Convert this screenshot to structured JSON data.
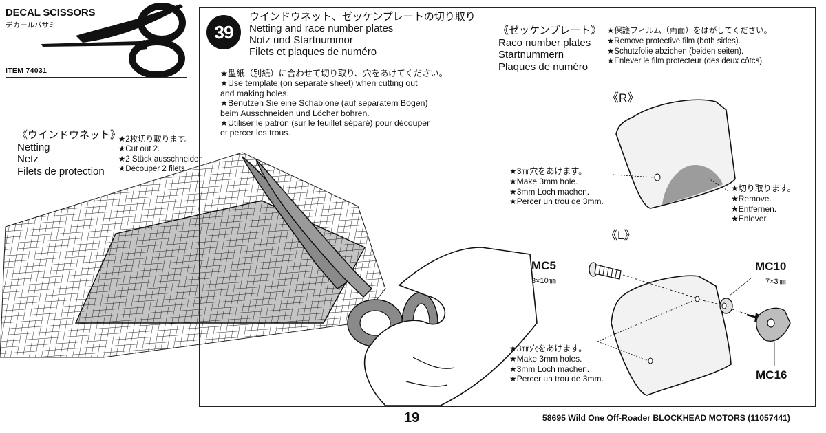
{
  "tool": {
    "title": "DECAL SCISSORS",
    "japanese": "デカールバサミ",
    "item": "ITEM 74031"
  },
  "step": {
    "number": "39",
    "titles": [
      "ウインドウネット、ゼッケンプレートの切り取り",
      "Netting and race number plates",
      "Notz und Startnummor",
      "Filets et plaques de numéro"
    ]
  },
  "template_notes": [
    "★型紙（別紙）に合わせて切り取り、穴をあけてください。",
    "★Use template (on separate sheet) when cutting out",
    "and making holes.",
    "★Benutzen Sie eine Schablone (auf separatem Bogen)",
    "beim Ausschneiden und Löcher bohren.",
    "★Utiliser le patron (sur le feuillet séparé) pour découper",
    "et percer les trous."
  ],
  "netting": {
    "label": [
      "《ウインドウネット》",
      "Netting",
      "Netz",
      "Filets de protection"
    ],
    "notes": [
      "★2枚切り取ります。",
      "★Cut out 2.",
      "★2 Stück ausschneiden.",
      "★Découper 2 filets."
    ]
  },
  "plates": {
    "label": [
      "《ゼッケンプレート》",
      "Raco number plates",
      "Startnummern",
      "Plaques de numéro"
    ],
    "notes": [
      "★保護フィルム（両面）をはがしてください。",
      "★Remove protective film (both sides).",
      "★Schutzfolie abzichen (beiden seiten).",
      "★Enlever le film protecteur (des deux côtcs)."
    ]
  },
  "right_plate": {
    "label": "《R》",
    "hole_notes": [
      "★3㎜穴をあけます。",
      "★Make 3mm hole.",
      "★3mm Loch machen.",
      "★Percer un trou de 3mm."
    ],
    "remove_notes": [
      "★切り取ります。",
      "★Remove.",
      "★Entfernen.",
      "★Enlever."
    ]
  },
  "left_plate": {
    "label": "《L》",
    "hole_notes": [
      "★3㎜穴をあけます。",
      "★Make 3mm holes.",
      "★3mm Loch machen.",
      "★Percer un trou de 3mm."
    ]
  },
  "parts": {
    "mc5": {
      "label": "MC5",
      "size": "3×10㎜"
    },
    "mc10": {
      "label": "MC10",
      "size": "7×3㎜"
    },
    "mc16": {
      "label": "MC16"
    }
  },
  "footer": {
    "page_number": "19",
    "text": "58695  Wild One Off-Roader BLOCKHEAD MOTORS (11057441)"
  },
  "colors": {
    "ink": "#111111",
    "scissor_fill": "#8a8a8a",
    "net_fill": "#bdbdbd",
    "hand_fill": "#ffffff"
  }
}
